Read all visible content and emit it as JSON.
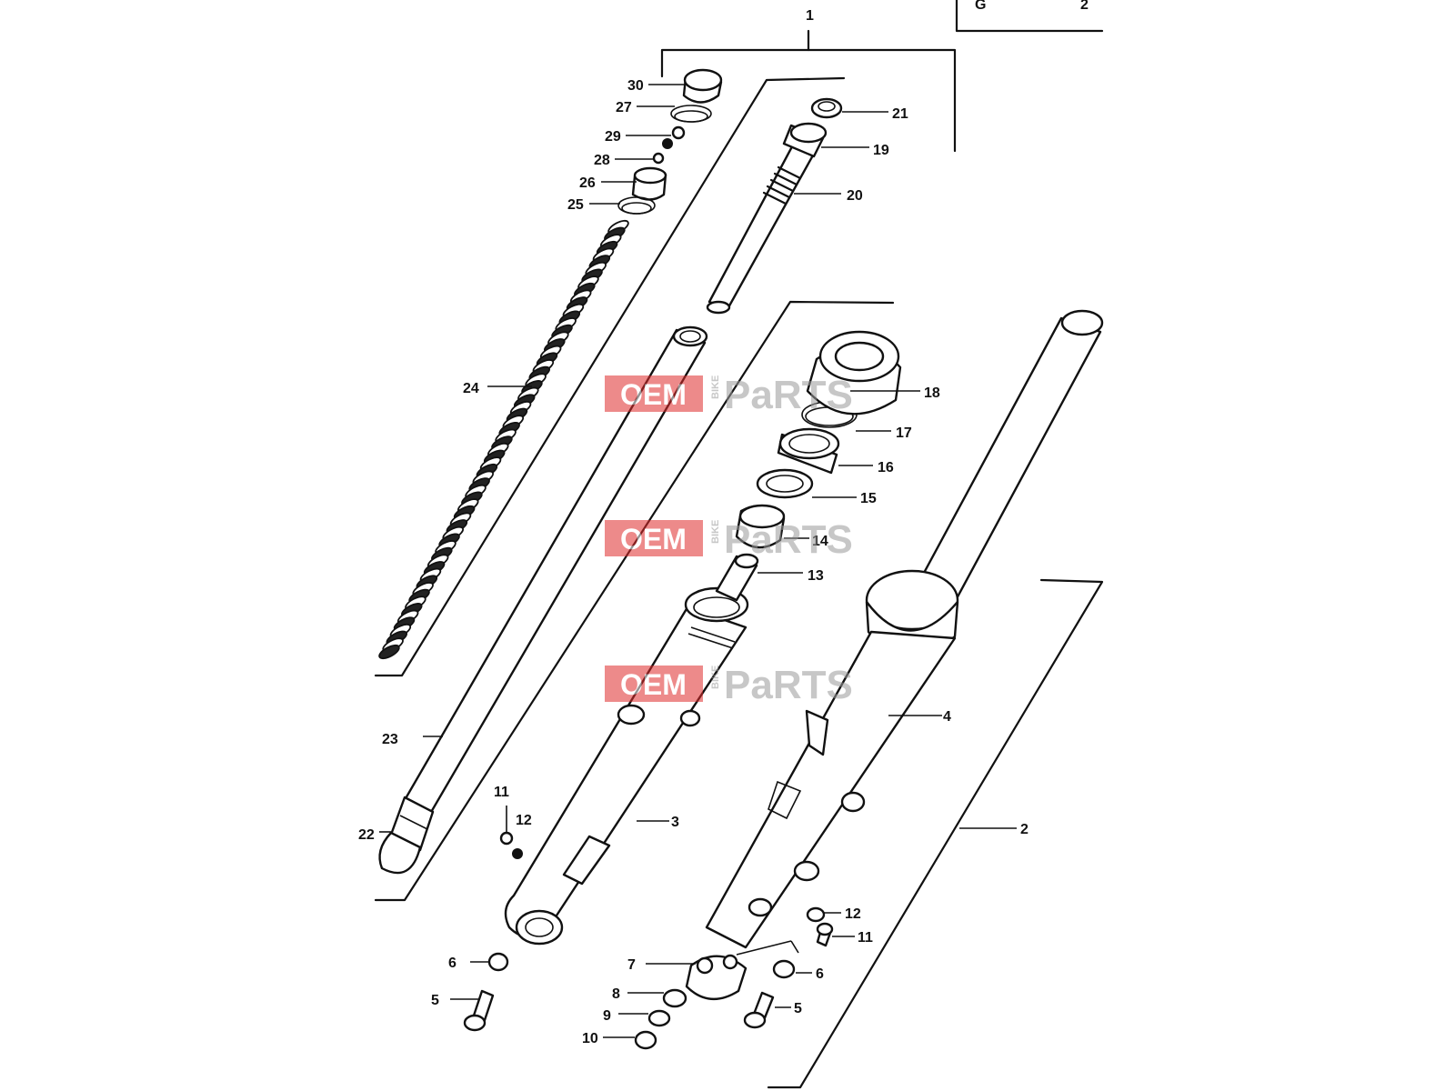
{
  "watermark": {
    "word1": "OEM",
    "word2": "BIKE",
    "word3": "PaRTS",
    "color_red": "#e02b2b",
    "color_gray": "#9a9a9a"
  },
  "corner_box": {
    "letter": "G",
    "digit": "2"
  },
  "callouts": [
    {
      "label": "1"
    },
    {
      "label": "30"
    },
    {
      "label": "27"
    },
    {
      "label": "29"
    },
    {
      "label": "28"
    },
    {
      "label": "26"
    },
    {
      "label": "25"
    },
    {
      "label": "24"
    },
    {
      "label": "21"
    },
    {
      "label": "19"
    },
    {
      "label": "20"
    },
    {
      "label": "18"
    },
    {
      "label": "17"
    },
    {
      "label": "16"
    },
    {
      "label": "15"
    },
    {
      "label": "14"
    },
    {
      "label": "13"
    },
    {
      "label": "4"
    },
    {
      "label": "23"
    },
    {
      "label": "22"
    },
    {
      "label": "11"
    },
    {
      "label": "12"
    },
    {
      "label": "3"
    },
    {
      "label": "2"
    },
    {
      "label": "12"
    },
    {
      "label": "11"
    },
    {
      "label": "6"
    },
    {
      "label": "5"
    },
    {
      "label": "7"
    },
    {
      "label": "8"
    },
    {
      "label": "9"
    },
    {
      "label": "10"
    },
    {
      "label": "6"
    },
    {
      "label": "5"
    }
  ]
}
